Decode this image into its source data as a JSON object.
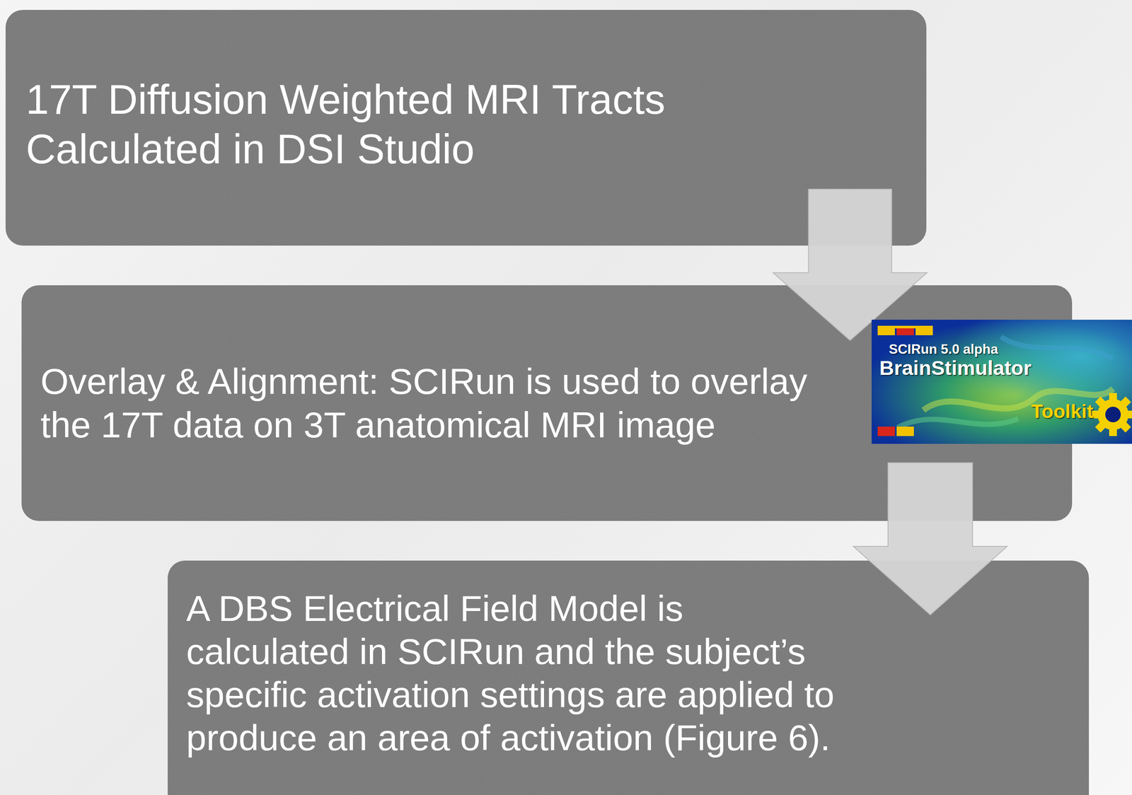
{
  "diagram": {
    "nodes": [
      {
        "text": [
          "17T Diffusion Weighted MRI Tracts Calculated in DSI Studio"
        ]
      },
      {
        "text": [
          "Overlay & Alignment: SCIRun is used to overlay the 17T data on 3T anatomical MRI image"
        ]
      },
      {
        "text": [
          "A DBS Electrical Field Model is calculated in SCIRun and the subject’s specific activation settings are applied to produce an area of activation (Figure 6)."
        ]
      }
    ],
    "edges": [
      {
        "from": 0,
        "to": 1,
        "arrow": "to"
      },
      {
        "from": 1,
        "to": 2,
        "arrow": "to"
      }
    ],
    "labels": [
      "SCIRun 5.0 alpha",
      "BrainStimulator",
      "Toolkit"
    ]
  }
}
